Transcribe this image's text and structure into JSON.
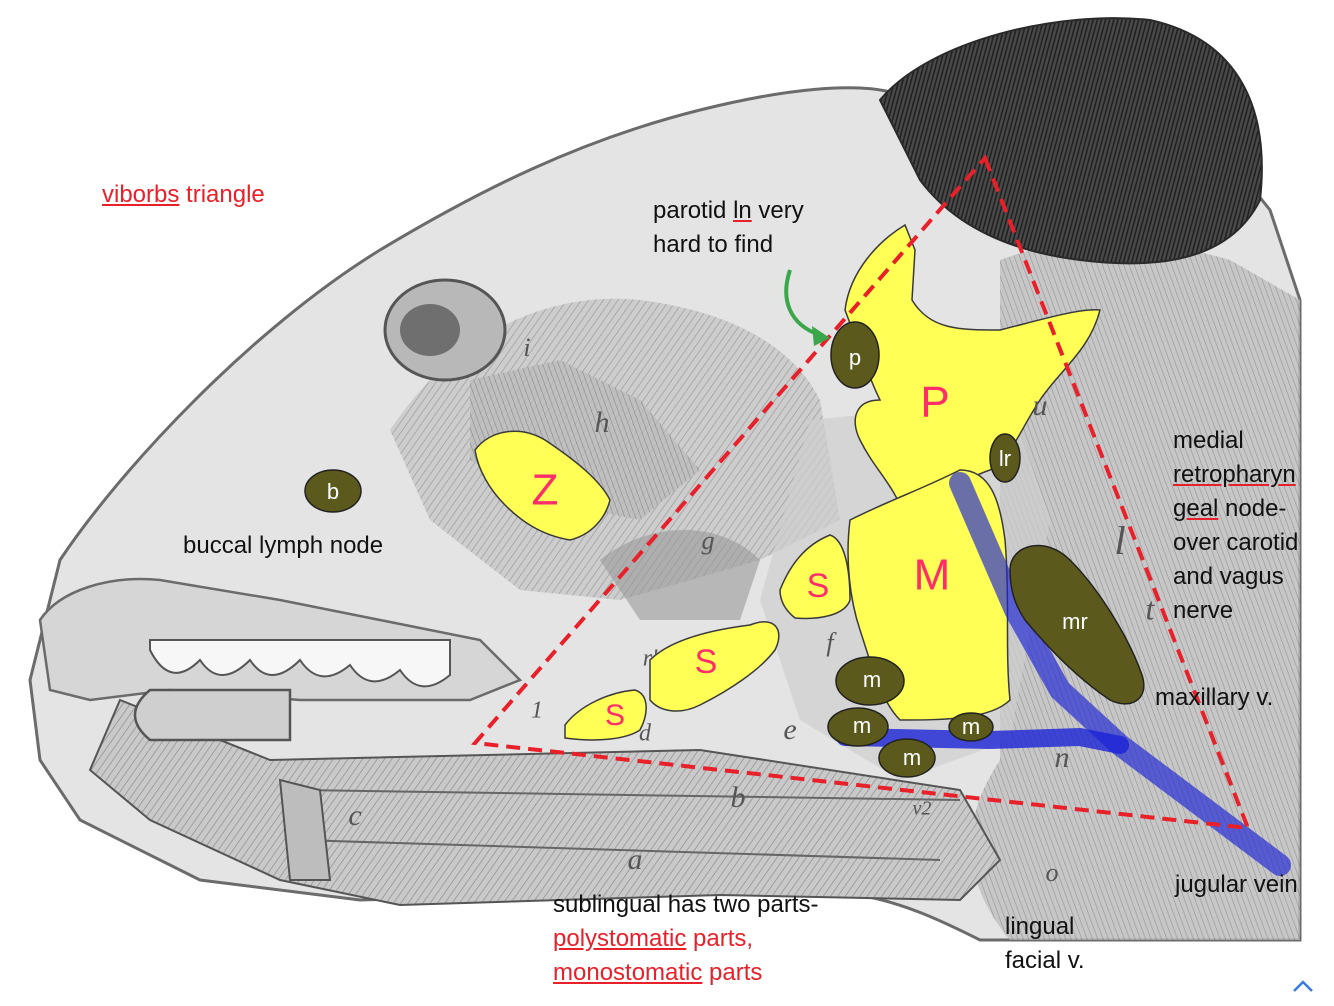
{
  "labels": {
    "title_underlined": "viborbs",
    "title_rest": " triangle",
    "parotid_note": [
      "parotid ",
      "ln",
      " very",
      "hard to find"
    ],
    "buccal": "buccal lymph node",
    "medial": [
      "medial",
      "retropharyn",
      "geal",
      " node-",
      "over carotid",
      "and vagus",
      "nerve"
    ],
    "maxillary_v": "maxillary v.",
    "jugular_vein": "jugular vein",
    "lingual": "lingual",
    "facial_v": "facial v.",
    "sublingual": "sublingual has two parts-",
    "polystomatic": "polystomatic",
    "poly_rest": " parts,",
    "monostomatic": "monostomatic",
    "mono_rest": " parts"
  },
  "nodes": {
    "b": "b",
    "p": "p",
    "lr": "lr",
    "mr": "mr",
    "m1": "m",
    "m2": "m",
    "m3": "m",
    "m4": "m"
  },
  "glands": {
    "P": "P",
    "M": "M",
    "Z": "Z",
    "S1": "S",
    "S2": "S",
    "S3": "S"
  },
  "anatomy_letters": {
    "i": "i",
    "h": "h",
    "g": "g",
    "u": "u",
    "l": "l",
    "t": "t",
    "c": "c",
    "a": "a",
    "b2": "b",
    "e": "e",
    "f": "f",
    "n": "n",
    "o": "o",
    "d": "d",
    "v2": "v2",
    "r1": "r'",
    "one": "1"
  },
  "colors": {
    "gland_yellow": "#ffff55",
    "node_olive": "#5b5a1c",
    "triangle_red": "#e8202a",
    "vein_blue": "#1a22d6",
    "arrow_green": "#3aa84a",
    "bone_gray": "#e2e2e2"
  }
}
